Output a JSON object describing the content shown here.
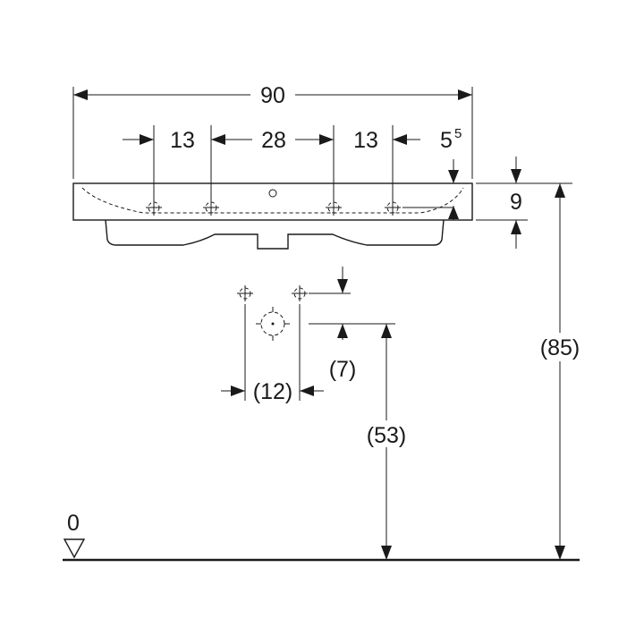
{
  "dimensions": {
    "overall_width": "90",
    "tap_offset_left": "13",
    "tap_spacing": "28",
    "tap_offset_right": "13",
    "rim_offset_base": "5",
    "rim_offset_sup": "5",
    "rim_thickness": "9",
    "rim_height": "(85)",
    "trap_spacing": "(12)",
    "trap_offset": "(7)",
    "waste_height": "(53)",
    "floor_level": "0"
  }
}
